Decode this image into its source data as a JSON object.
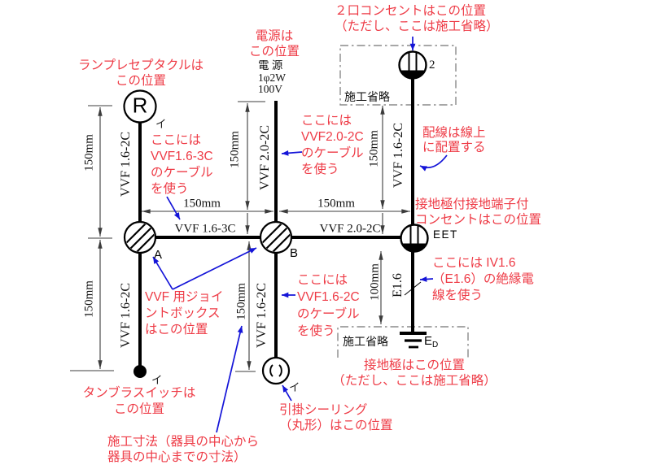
{
  "colors": {
    "annotation_red": "#ee3b46",
    "arrow_blue": "#1414d8",
    "wire_black": "#000000",
    "dim_gray": "#3c3c3c",
    "box_gray": "#8a8a8a"
  },
  "annotations": {
    "lamp_receptacle": "ランプレセプタクルは\nこの位置",
    "power_position": "電源は\nこの位置",
    "outlet2": "２口コンセントはこの位置\n（ただし、ここは施工省略）",
    "cable_163": "ここには\nVVF1.6-3C\nのケーブル\nを使う",
    "cable_202": "ここには\nVVF2.0-2C\nのケーブル\nを使う",
    "wiring_on_line": "配線は線上\nに配置する",
    "eet_outlet": "接地極付接地端子付\nコンセントはこの位置",
    "iv16": "ここには IV1.6\n（E1.6）の絶縁電\n線を使う",
    "ground_electrode": "接地極はこの位置\n（ただし、ここは施工省略）",
    "tumbler_switch": "タンブラスイッチは\nこの位置",
    "joint_box": "VVF 用ジョイ\nントボックス\nはこの位置",
    "cable_162": "ここには\nVVF1.6-2C\nのケーブル\nを使う",
    "ceiling_rose": "引掛シーリング\n（丸形）はこの位置",
    "dimension_note": "施工寸法（器具の中心から\n器具の中心までの寸法）"
  },
  "source": {
    "spec": "電 源\n1φ2W\n100V"
  },
  "omission": {
    "top": "施工省略",
    "bottom": "施工省略"
  },
  "wire_labels": {
    "vvf_16_2c": "VVF 1.6-2C",
    "vvf_20_2c": "VVF 2.0-2C",
    "vvf_16_3c": "VVF 1.6-3C",
    "e16": "E1.6"
  },
  "dims": {
    "d150": "150mm",
    "d100": "100mm"
  },
  "devices": {
    "receptacle": "R",
    "outlet_count": "2",
    "eet": "EET",
    "ground_main": "E",
    "ground_sub": "D",
    "joint_a": "A",
    "joint_b": "B",
    "circuit_i": "イ"
  }
}
